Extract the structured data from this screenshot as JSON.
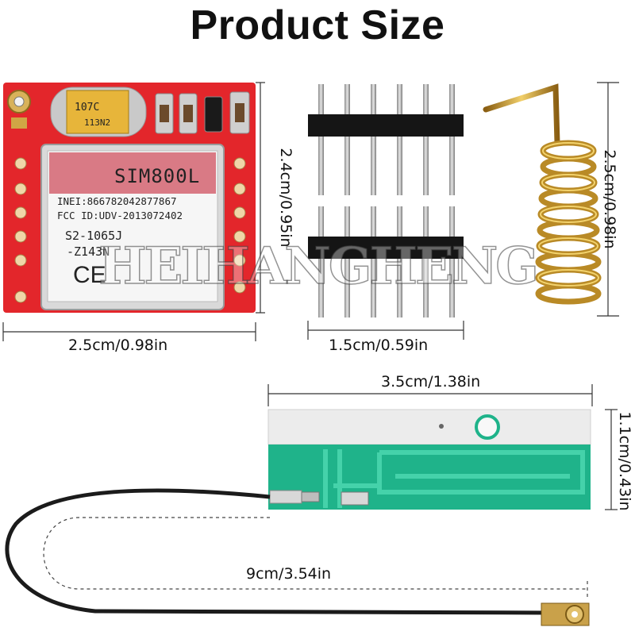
{
  "title": "Product Size",
  "watermark": "HEIHANGHENG",
  "module": {
    "chip_name": "SIM800L",
    "imei": "INEI:866782042877867",
    "fcc": "FCC ID:UDV-2013072402",
    "code1": "S2-1065J",
    "code2": "-Z143N",
    "ce": "CE",
    "cap_label1": "107C",
    "cap_label2": "113N2",
    "width_label": "2.5cm/0.98in",
    "height_label": "2.4cm/0.95in"
  },
  "pin_header": {
    "width_label": "1.5cm/0.59in"
  },
  "spring_antenna": {
    "height_label": "2.5cm/0.98in"
  },
  "pcb_antenna": {
    "width_label": "3.5cm/1.38in",
    "height_label": "1.1cm/0.43in",
    "cable_label": "9cm/3.54in"
  },
  "colors": {
    "module_red": "#e3262b",
    "antenna_green": "#1fb38a",
    "gold": "#c9992f"
  }
}
